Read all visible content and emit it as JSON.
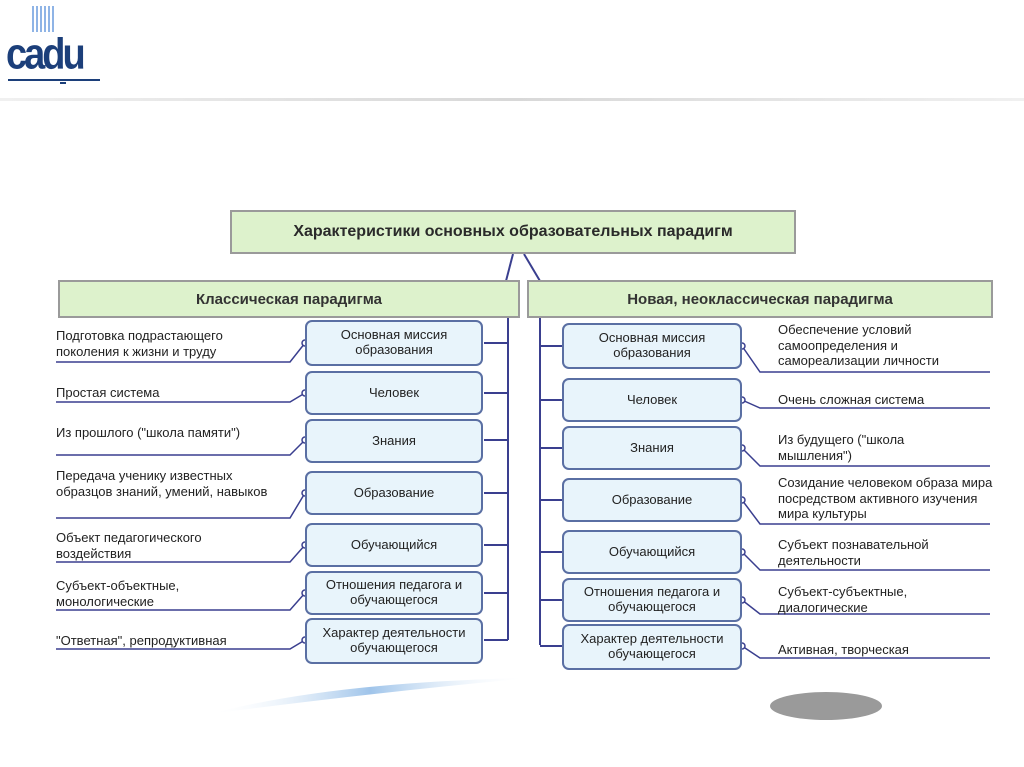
{
  "logo": {
    "text": "cadu"
  },
  "title": "Характеристики основных образовательных парадигм",
  "headers": {
    "left": "Классическая парадигма",
    "right": "Новая, неоклассическая парадигма"
  },
  "categories": [
    "Основная миссия образования",
    "Человек",
    "Знания",
    "Образование",
    "Обучающийся",
    "Отношения педагога и обучающегося",
    "Характер деятельности обучающегося"
  ],
  "left_values": [
    "Подготовка подрастающего поколения к жизни и труду",
    "Простая система",
    "Из прошлого (\"школа памяти\")",
    "Передача ученику известных образцов знаний, умений, навыков",
    "Объект педагогического воздействия",
    "Субъект-объектные, монологические",
    "\"Ответная\", репродуктивная"
  ],
  "right_values": [
    "Обеспечение условий самоопределения и самореализации личности",
    "Очень сложная система",
    "Из будущего (\"школа мышления\")",
    "Созидание человеком образа мира посредством активного изучения мира культуры",
    "Субъект познавательной деятельности",
    "Субъект-субъектные, диалогические",
    "Активная, творческая"
  ],
  "colors": {
    "header_fill": "#ddf2cc",
    "pill_fill": "#e8f4fb",
    "pill_border": "#5a6fa3",
    "line": "#3a3f8f",
    "logo": "#1c3f7a"
  }
}
